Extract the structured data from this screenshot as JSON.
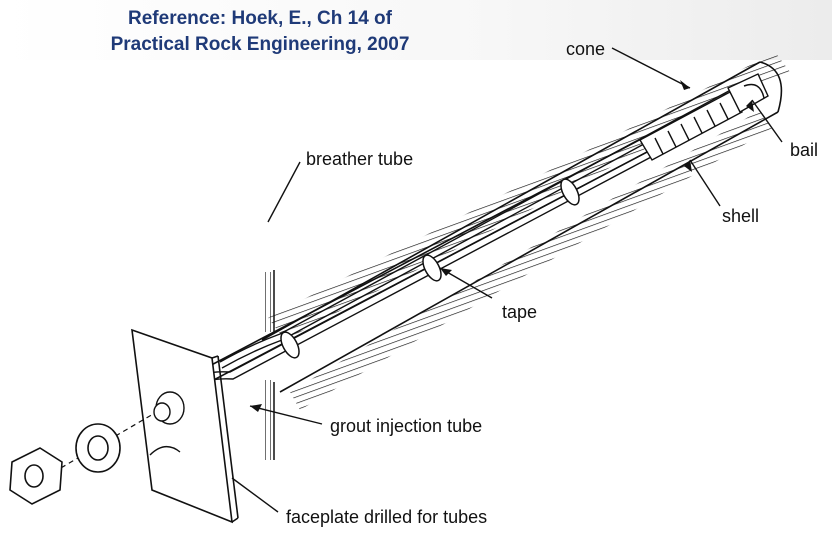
{
  "header": {
    "line1": "Reference: Hoek, E., Ch 14 of",
    "line2": "Practical Rock Engineering, 2007"
  },
  "labels": {
    "cone": "cone",
    "bail": "bail",
    "shell": "shell",
    "breather_tube": "breather tube",
    "tape": "tape",
    "grout_injection_tube": "grout injection tube",
    "faceplate": "faceplate drilled for tubes"
  },
  "colors": {
    "title": "#1f3a78",
    "ink": "#111111"
  }
}
